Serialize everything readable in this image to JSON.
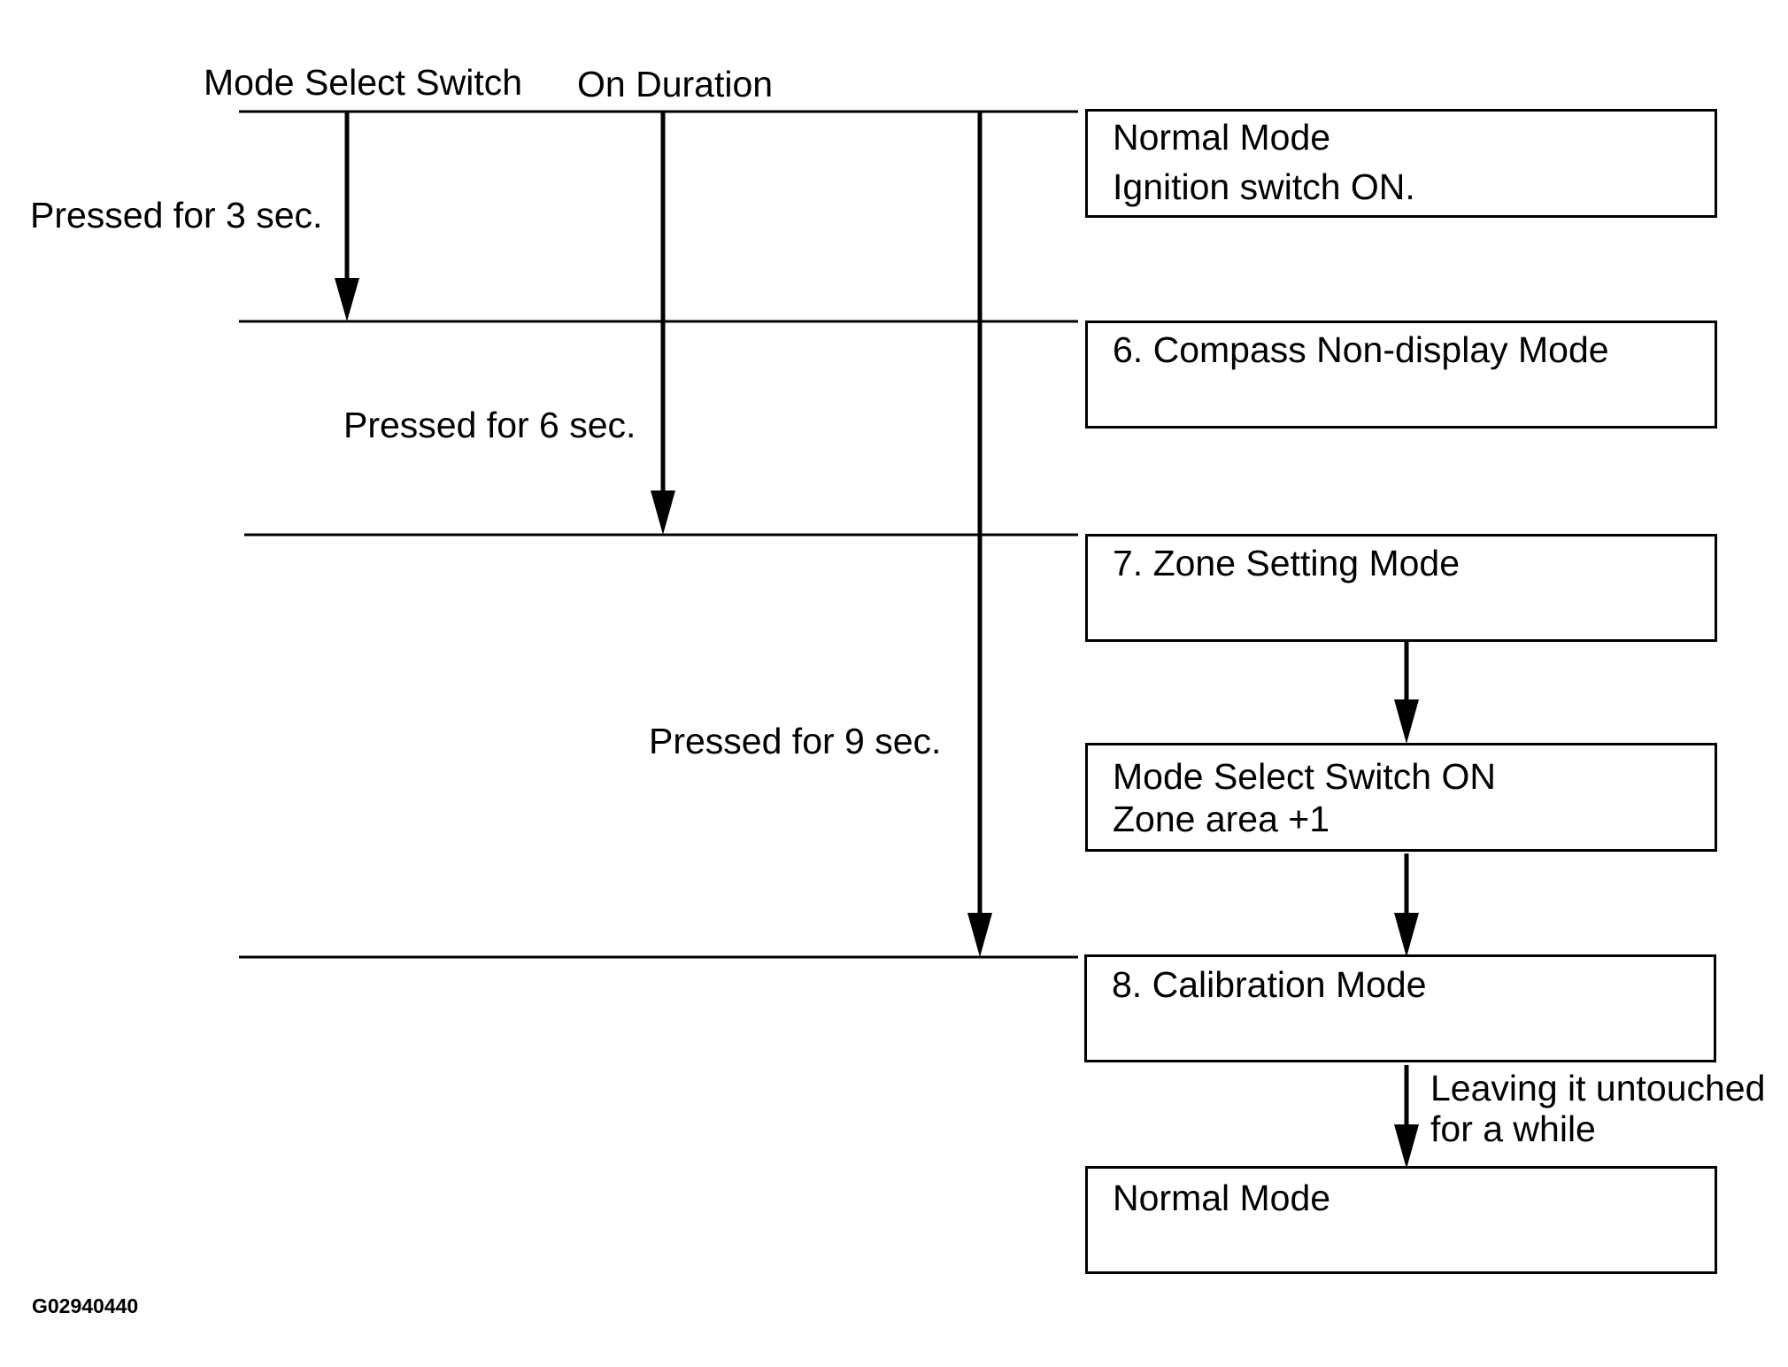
{
  "headers": {
    "mode_select_switch": "Mode Select Switch",
    "on_duration": "On Duration"
  },
  "durations": {
    "three": "Pressed for 3 sec.",
    "six": "Pressed for 6 sec.",
    "nine": "Pressed for 9 sec."
  },
  "boxes": {
    "normal_start": {
      "line1": "Normal Mode",
      "line2": "Ignition switch ON."
    },
    "compass": {
      "line1": "6. Compass Non-display Mode"
    },
    "zone_setting": {
      "line1": "7. Zone Setting Mode"
    },
    "mode_switch_on": {
      "line1": "Mode Select Switch ON",
      "line2": "Zone area +1"
    },
    "calibration": {
      "line1": "8. Calibration Mode"
    },
    "normal_end": {
      "line1": "Normal Mode"
    }
  },
  "leaving": {
    "line1": "Leaving it untouched",
    "line2": "for a while"
  },
  "figure_id": "G02940440"
}
